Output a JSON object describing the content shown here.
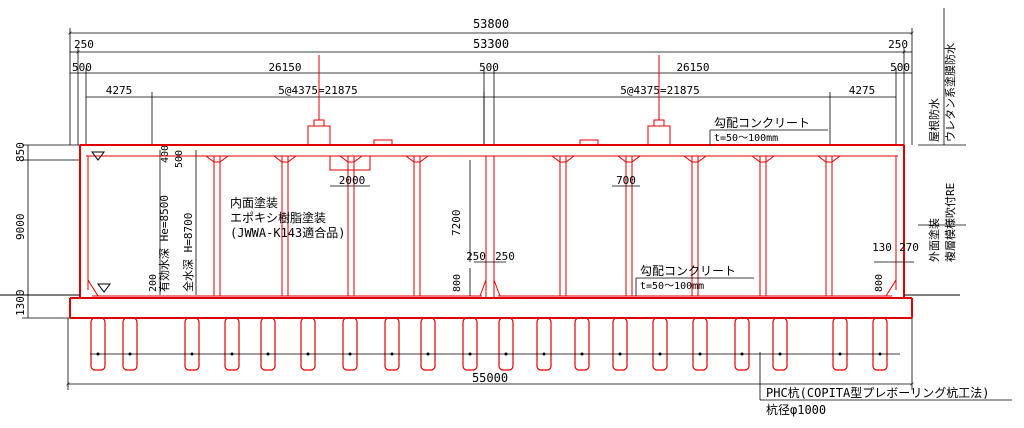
{
  "dimensions": {
    "overall_top": "53800",
    "inner_top": "53300",
    "edge_left": "250",
    "edge_right": "250",
    "wall_l": "500",
    "span_left": "26150",
    "wall_mid": "500",
    "span_right": "26150",
    "wall_r": "500",
    "bay_left": "4275",
    "bays_left": "5@4375=21875",
    "bays_right": "5@4375=21875",
    "bay_right": "4275",
    "slab_thk": "850",
    "wall_height": "9000",
    "base_thk": "1300",
    "eff_depth": "有効水深 He=8500",
    "total_depth": "全水深 H=8700",
    "d400": "400",
    "d500": "500",
    "d200": "200",
    "haunch_left": "800",
    "haunch_right": "800",
    "col_height": "7200",
    "beam_width": "2000",
    "col_width": "700",
    "mid_250a": "250",
    "mid_250b": "250",
    "right_130": "130",
    "right_270": "270",
    "pile_span": "55000"
  },
  "annotations": {
    "slope_top": "勾配コンクリート",
    "slope_top_thk": "t=50～100mm",
    "slope_bottom": "勾配コンクリート",
    "slope_bottom_thk": "t=50～100mm",
    "inner_paint_1": "内面塗装",
    "inner_paint_2": "エポキシ樹脂塗装",
    "inner_paint_3": "(JWWA-K143適合品)",
    "roof_waterproof_1": "屋根防水",
    "roof_waterproof_2": "ウレタン系塗膜防水",
    "outer_paint_1": "外面塗装",
    "outer_paint_2": "複層模様吹付RE",
    "pile_type": "PHC杭(COPITA型プレボーリング杭工法)",
    "pile_diameter": "杭径φ1000"
  },
  "colors": {
    "structure": "#e00000",
    "dimension": "#000000"
  }
}
